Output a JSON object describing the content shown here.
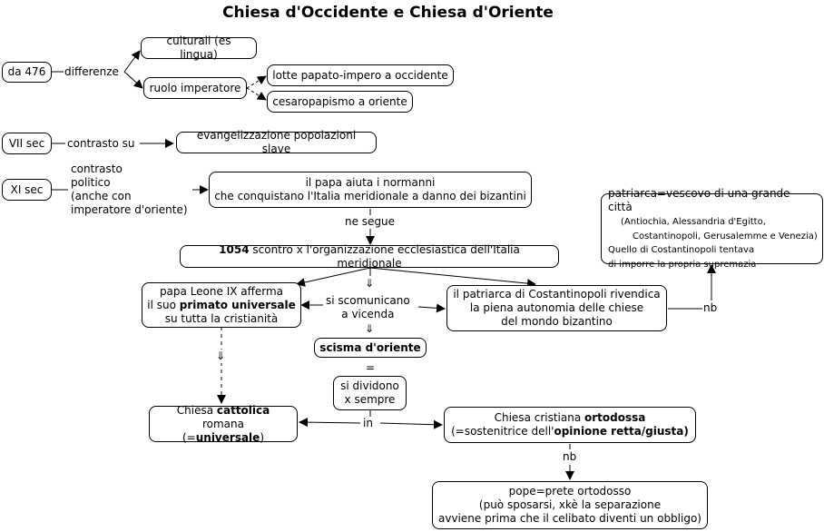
{
  "title": "Chiesa d'Occidente e Chiesa d'Oriente",
  "nodes": {
    "da476": "da 476",
    "culturali": "culturali (es lingua)",
    "ruolo": "ruolo imperatore",
    "lotte": "lotte papato-impero a occidente",
    "cesaropapismo": "cesaropapismo a oriente",
    "vii": "VII sec",
    "evangelizzazione": "evangelizzazione popolazioni slave",
    "xi": "XI sec",
    "normanni": [
      "il papa aiuta i normanni",
      "che conquistano l'Italia meridionale a danno dei bizantini"
    ],
    "scontro": {
      "bold": "1054",
      "rest": " scontro x l'organizzazione ecclesiastica dell'Italia meridionale"
    },
    "patriarca": {
      "line1": "patriarca=vescovo di una grande città",
      "line2": "(Antiochia, Alessandria d'Egitto,",
      "line3": "Costantinopoli, Gerusalemme e Venezia)",
      "line4": "Quello di Costantinopoli tentava",
      "line5": "di imporre la propria supremazia"
    },
    "leone": {
      "l1": "papa Leone IX afferma",
      "l2a": "il suo ",
      "l2b": "primato universale",
      "l3": "su tutta la cristianità"
    },
    "patriarca_cost": [
      "il patriarca di Costantinopoli rivendica",
      "la piena autonomia delle chiese",
      "del mondo bizantino"
    ],
    "scisma": "scisma d'oriente",
    "dividono": [
      "si dividono",
      "x sempre"
    ],
    "cattolica": {
      "a": "Chiesa ",
      "b": "cattolica",
      "c": " romana",
      "d": "(=",
      "e": "universale",
      "f": ")"
    },
    "ortodossa": {
      "a": "Chiesa cristiana ",
      "b": "ortodossa",
      "c": "(=sostenitrice dell'",
      "d": "opinione retta/giusta)"
    },
    "pope": [
      "pope=prete ortodosso",
      "(può sposarsi, xkè la separazione",
      "avviene prima che il celibato diventi un obbligo)"
    ]
  },
  "links": {
    "differenze": "differenze",
    "contrasto_su": "contrasto su",
    "contrasto_politico": [
      "contrasto",
      "politico",
      "(anche con",
      "imperatore d'oriente)"
    ],
    "ne_segue": "ne segue",
    "scomunicano": [
      "si scomunicano",
      "a vicenda"
    ],
    "down_arrow_1": "⇓",
    "down_arrow_2": "⇓",
    "down_arrow_3": "⇓",
    "equals": "=",
    "in": "in",
    "nb1": "nb",
    "nb2": "nb"
  }
}
